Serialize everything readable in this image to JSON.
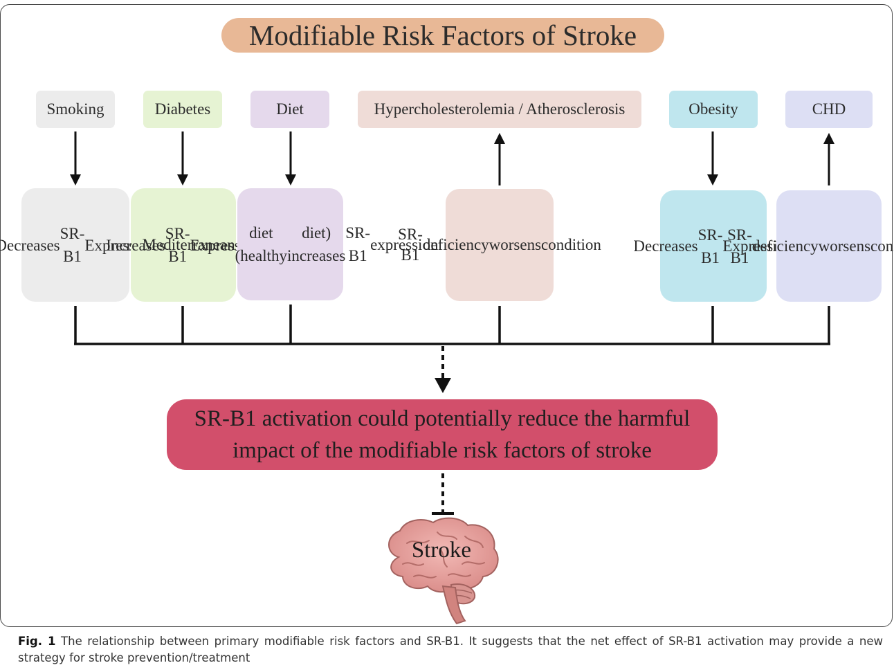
{
  "title": "Modifiable Risk Factors of Stroke",
  "factors": [
    {
      "label": "Smoking",
      "effect": [
        "Decreases",
        "SR-B1",
        "Expression"
      ],
      "color": "#ececec",
      "effect_color": "#ececec",
      "arrow": "down"
    },
    {
      "label": "Diabetes",
      "effect": [
        "Increases",
        "SR-B1",
        "Expression"
      ],
      "color": "#e6f3d3",
      "effect_color": "#e6f3d3",
      "arrow": "down"
    },
    {
      "label": "Diet",
      "effect": [
        "Mediterranean",
        "diet (healthy",
        "diet) increases",
        "SR-B1",
        "expression"
      ],
      "color": "#e5d9ec",
      "effect_color": "#e5d9ec",
      "arrow": "down"
    },
    {
      "label": "Hypercholesterolemia / Atherosclerosis",
      "effect": [
        "SR-B1",
        "deficiency",
        "worsens",
        "condition"
      ],
      "color": "#efdcd7",
      "effect_color": "#efdcd7",
      "arrow": "up"
    },
    {
      "label": "Obesity",
      "effect": [
        "Decreases",
        "SR-B1",
        "Expression"
      ],
      "color": "#bfe6ee",
      "effect_color": "#bfe6ee",
      "arrow": "down"
    },
    {
      "label": "CHD",
      "effect": [
        "SR-B1",
        "deficiency",
        "worsens",
        "condition"
      ],
      "color": "#dddff4",
      "effect_color": "#dddff4",
      "arrow": "up"
    }
  ],
  "result": {
    "lines": [
      "SR-B1 activation could potentially reduce the harmful",
      "impact of the modifiable risk factors of stroke"
    ],
    "color": "#d24f6b"
  },
  "outcome": {
    "label": "Stroke",
    "icon": "brain-icon"
  },
  "caption": {
    "fig_label": "Fig. 1",
    "text": "The relationship between primary modifiable risk factors and SR-B1. It suggests that the net effect of SR-B1 activation may provide a new strategy for stroke prevention/treatment"
  }
}
